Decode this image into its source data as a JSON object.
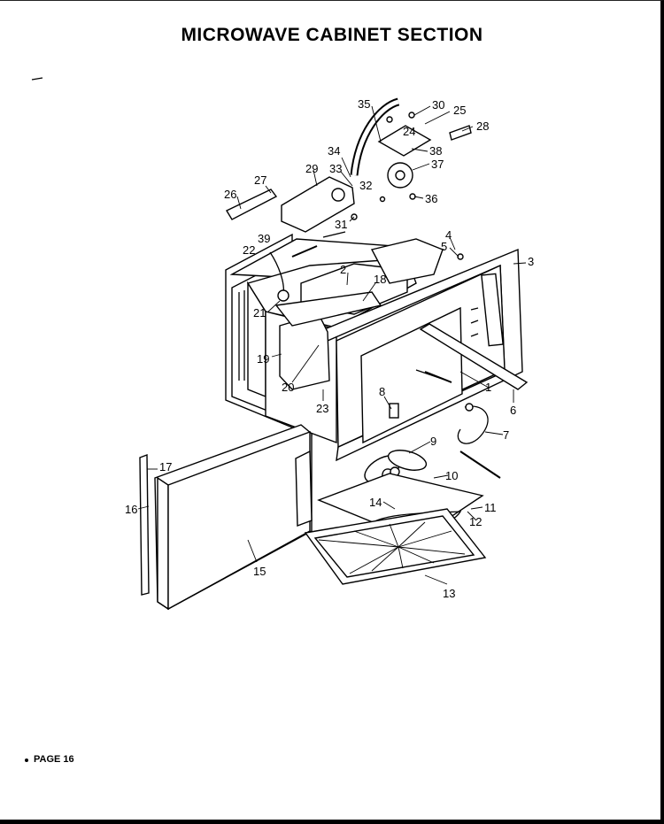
{
  "title": "MICROWAVE CABINET SECTION",
  "page_label": "PAGE 16",
  "callouts": {
    "c1": "1",
    "c2": "2",
    "c3": "3",
    "c4": "4",
    "c5": "5",
    "c6": "6",
    "c7": "7",
    "c8": "8",
    "c9": "9",
    "c10": "10",
    "c11": "11",
    "c12": "12",
    "c13": "13",
    "c14": "14",
    "c15": "15",
    "c16": "16",
    "c17": "17",
    "c18": "18",
    "c19": "19",
    "c20": "20",
    "c21": "21",
    "c22": "22",
    "c23": "23",
    "c24": "24",
    "c25": "25",
    "c26": "26",
    "c27": "27",
    "c28": "28",
    "c29": "29",
    "c30": "30",
    "c31": "31",
    "c32": "32",
    "c33": "33",
    "c34": "34",
    "c35": "35",
    "c36": "36",
    "c37": "37",
    "c38": "38",
    "c39": "39"
  }
}
